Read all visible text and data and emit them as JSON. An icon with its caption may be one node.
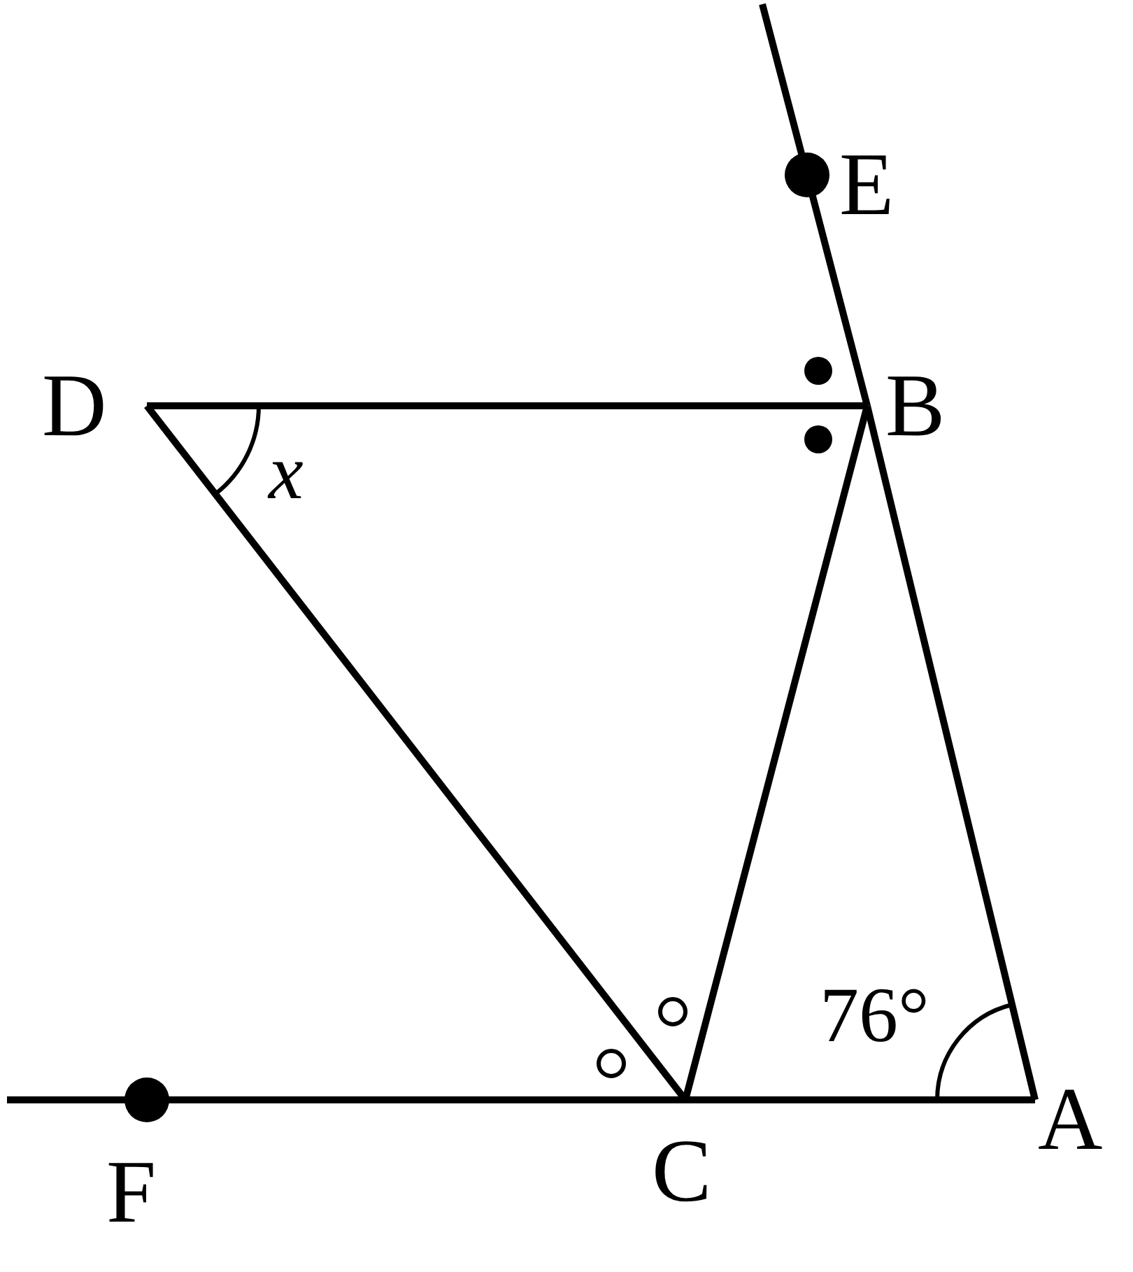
{
  "diagram": {
    "nodes": [
      {
        "text": [
          "E"
        ]
      },
      {
        "text": [
          "D"
        ]
      },
      {
        "text": [
          "B"
        ]
      },
      {
        "text": [
          "C"
        ]
      },
      {
        "text": [
          "A"
        ]
      },
      {
        "text": [
          "F"
        ]
      }
    ],
    "edges": [
      {
        "from": 1,
        "to": 2,
        "arrow": "none"
      },
      {
        "from": 1,
        "to": 3,
        "arrow": "none"
      },
      {
        "from": 2,
        "to": 3,
        "arrow": "none"
      },
      {
        "from": 3,
        "to": 4,
        "arrow": "none"
      },
      {
        "from": 4,
        "to": 2,
        "arrow": "none"
      },
      {
        "from": 2,
        "to": 0,
        "arrow": "none"
      },
      {
        "from": 0,
        "to": null,
        "arrow": "none"
      },
      {
        "from": 3,
        "to": 5,
        "arrow": "none"
      },
      {
        "from": 5,
        "to": null,
        "arrow": "none"
      }
    ],
    "labels": [
      "x",
      "76°"
    ]
  }
}
